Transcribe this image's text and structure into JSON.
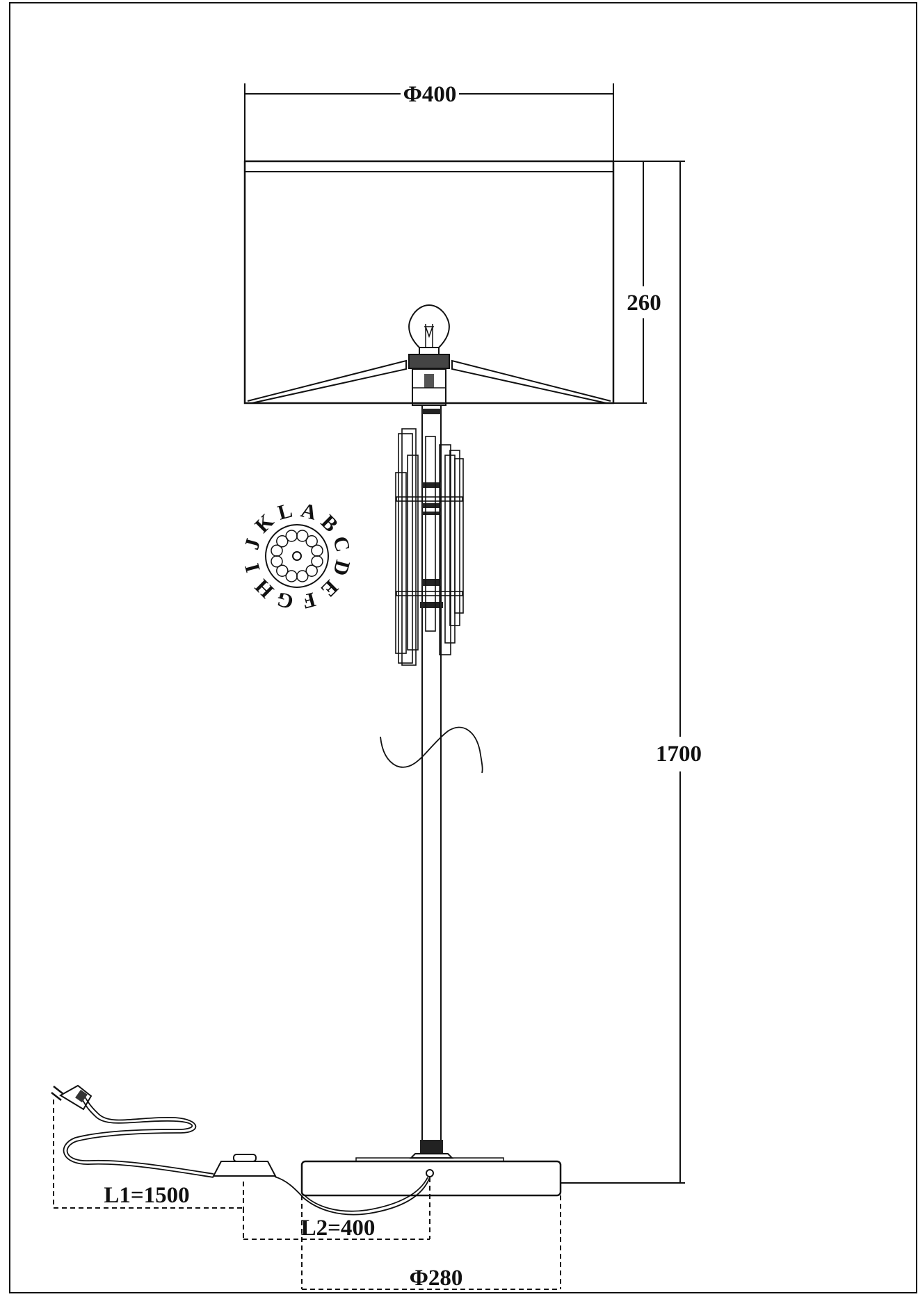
{
  "dimensions": {
    "shade_diameter": "Φ400",
    "shade_height": "260",
    "total_height": "1700",
    "base_diameter": "Φ280",
    "cable_length_l1": "L1=1500",
    "switch_distance_l2": "L2=400"
  },
  "crystal_ring_letters": [
    "A",
    "B",
    "C",
    "D",
    "E",
    "F",
    "G",
    "H",
    "I",
    "J",
    "K",
    "L"
  ]
}
